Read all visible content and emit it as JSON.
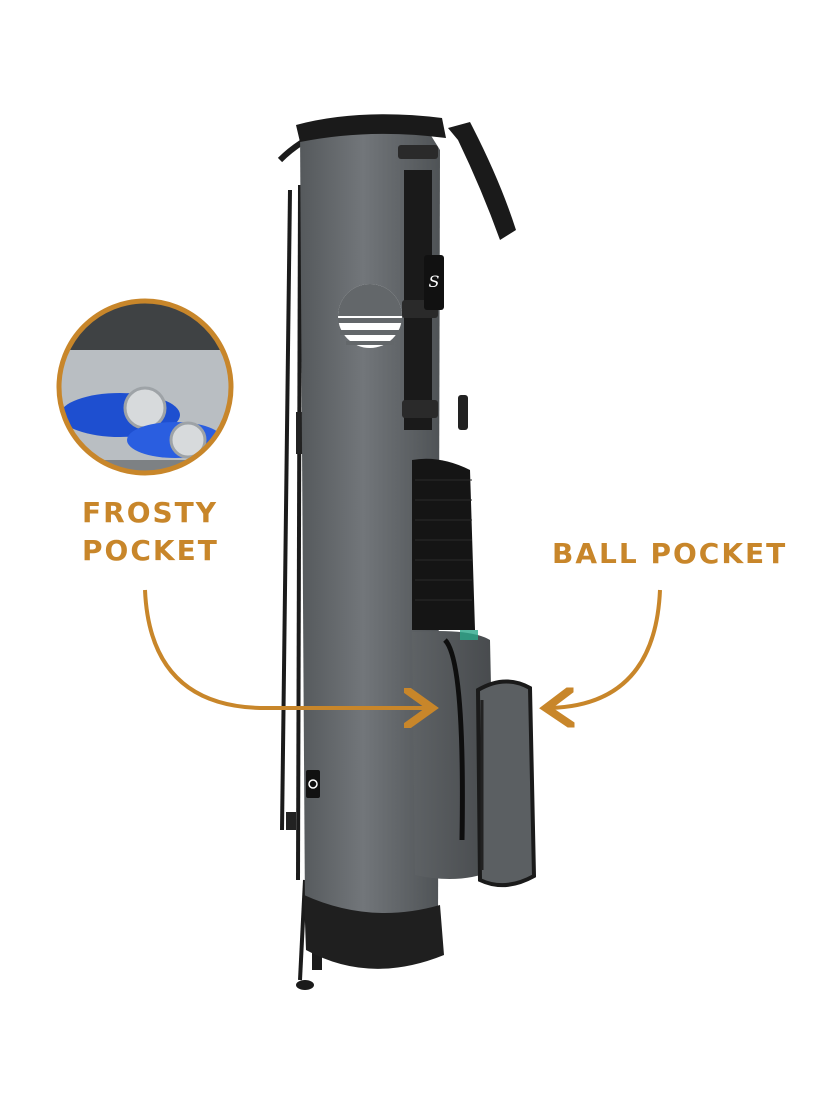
{
  "callouts": {
    "frosty_line1": "FROSTY",
    "frosty_line2": "POCKET",
    "ball": "BALL POCKET"
  },
  "colors": {
    "accent": "#c8862a",
    "bag_body": "#6b6f72",
    "bag_trim": "#1c1c1c",
    "background": "#ffffff"
  },
  "icons": [
    "sun-wave-logo-icon",
    "cans-inset-photo",
    "golf-bag-illustration"
  ]
}
